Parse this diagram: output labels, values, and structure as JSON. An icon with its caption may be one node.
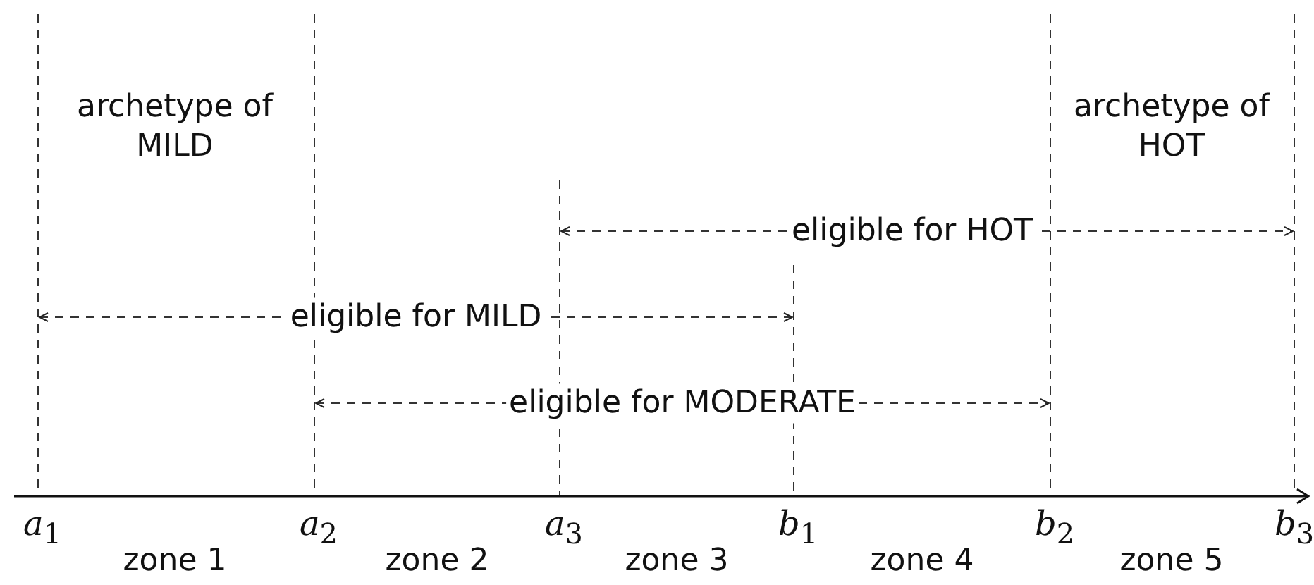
{
  "diagram": {
    "labels": [
      "archetype of MILD",
      "archetype of HOT",
      "eligible for HOT",
      "eligible for MILD",
      "eligible for MODERATE",
      "*a*$_{1}$",
      "*a*$_{2}$",
      "*a*$_{3}$",
      "*b*$_{1}$",
      "*b*$_{2}$",
      "*b*$_{3}$",
      "zone 1",
      "zone 2",
      "zone 3",
      "zone 4",
      "zone 5"
    ]
  }
}
